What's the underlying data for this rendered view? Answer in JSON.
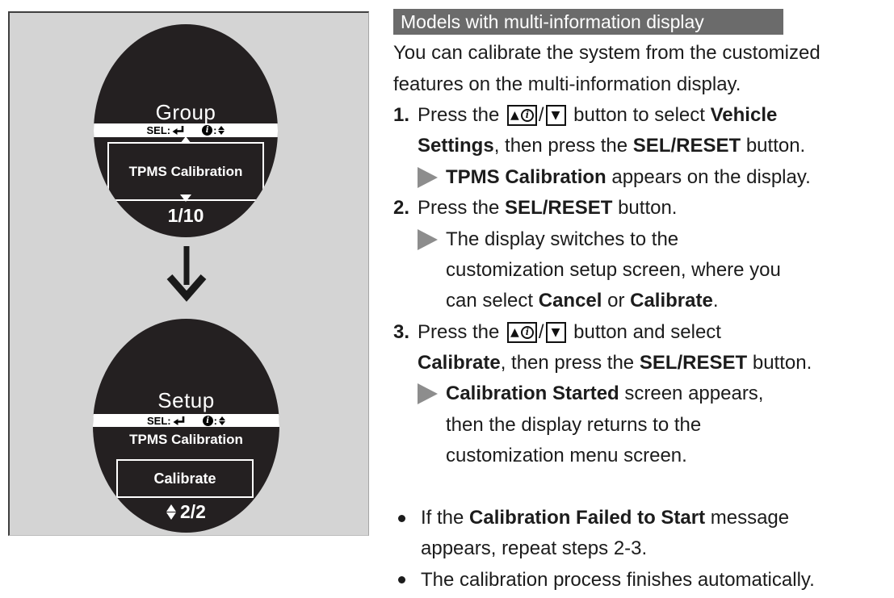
{
  "colors": {
    "panel_bg": "#d4d4d4",
    "screen_bg": "#242021",
    "tag_bg": "#6b6b6b",
    "result_arrow": "#8d8d8d",
    "text": "#1c1c1c"
  },
  "panel": {
    "screens": [
      {
        "title": "Group",
        "selbar": {
          "sel": "SEL:",
          "colon": ":"
        },
        "item": "TPMS Calibration",
        "page": "1/10"
      },
      {
        "title": "Setup",
        "selbar": {
          "sel": "SEL:",
          "colon": ":"
        },
        "label": "TPMS Calibration",
        "option": "Calibrate",
        "page": "2/2"
      }
    ]
  },
  "content": {
    "tag": "Models with multi-information display",
    "button_icon": {
      "slash": "/"
    },
    "lines": [
      {
        "kind": "plain",
        "segs": [
          {
            "t": "You can calibrate the system from the customized"
          }
        ]
      },
      {
        "kind": "plain",
        "segs": [
          {
            "t": "features on the multi-information display."
          }
        ]
      },
      {
        "kind": "step",
        "num": "1.",
        "segs": [
          {
            "t": "Press the "
          },
          {
            "btn": true
          },
          {
            "t": " button to select "
          },
          {
            "b": "Vehicle"
          }
        ]
      },
      {
        "kind": "step-cont",
        "segs": [
          {
            "b": "Settings"
          },
          {
            "t": ", then press the "
          },
          {
            "b": "SEL/RESET"
          },
          {
            "t": " button."
          }
        ]
      },
      {
        "kind": "result",
        "segs": [
          {
            "b": "TPMS Calibration"
          },
          {
            "t": " appears on the display."
          }
        ]
      },
      {
        "kind": "step",
        "num": "2.",
        "segs": [
          {
            "t": "Press the "
          },
          {
            "b": "SEL/RESET"
          },
          {
            "t": " button."
          }
        ]
      },
      {
        "kind": "result",
        "segs": [
          {
            "t": "The display switches to the"
          }
        ]
      },
      {
        "kind": "result-cont",
        "segs": [
          {
            "t": "customization setup screen, where you"
          }
        ]
      },
      {
        "kind": "result-cont",
        "segs": [
          {
            "t": "can select "
          },
          {
            "b": "Cancel"
          },
          {
            "t": " or "
          },
          {
            "b": "Calibrate"
          },
          {
            "t": "."
          }
        ]
      },
      {
        "kind": "step",
        "num": "3.",
        "segs": [
          {
            "t": "Press the "
          },
          {
            "btn": true
          },
          {
            "t": " button and select"
          }
        ]
      },
      {
        "kind": "step-cont",
        "segs": [
          {
            "b": "Calibrate"
          },
          {
            "t": ", then press the "
          },
          {
            "b": "SEL/RESET"
          },
          {
            "t": " button."
          }
        ]
      },
      {
        "kind": "result",
        "segs": [
          {
            "b": "Calibration Started"
          },
          {
            "t": " screen appears,"
          }
        ]
      },
      {
        "kind": "result-cont",
        "segs": [
          {
            "t": "then the display returns to the"
          }
        ]
      },
      {
        "kind": "result-cont",
        "segs": [
          {
            "t": "customization menu screen."
          }
        ]
      },
      {
        "kind": "spacer"
      },
      {
        "kind": "bullet",
        "segs": [
          {
            "t": "If the "
          },
          {
            "b": "Calibration Failed to Start"
          },
          {
            "t": " message"
          }
        ]
      },
      {
        "kind": "bullet-cont",
        "segs": [
          {
            "t": "appears, repeat steps 2-3."
          }
        ]
      },
      {
        "kind": "bullet",
        "segs": [
          {
            "t": "The calibration process finishes automatically."
          }
        ]
      }
    ]
  }
}
